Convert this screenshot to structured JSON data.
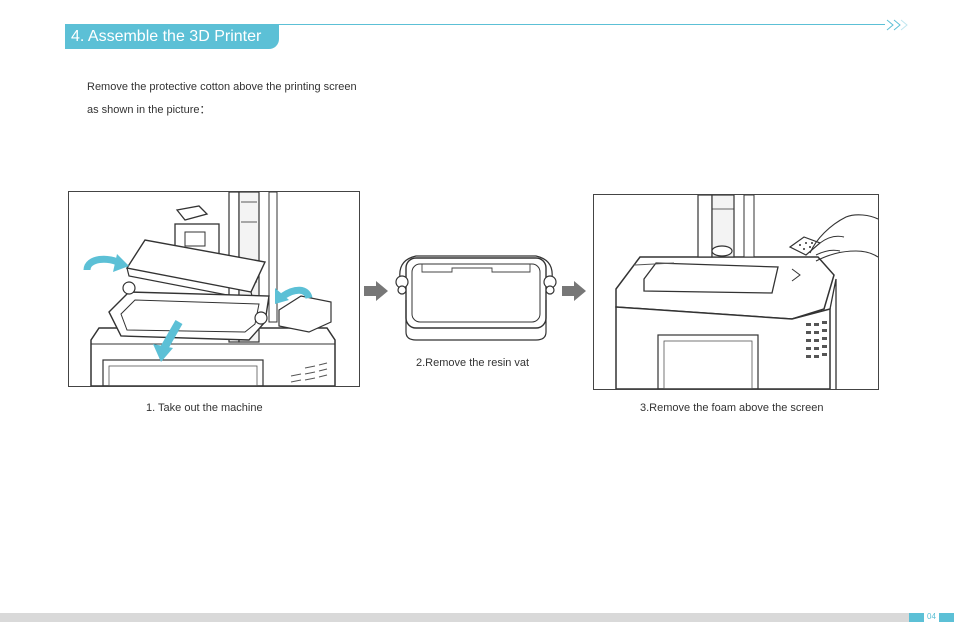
{
  "header": {
    "section_title": "4. Assemble the 3D Printer",
    "accent_color": "#5cc0d6",
    "decoration_icon": "double-chevron-right-icon"
  },
  "intro": {
    "line1": "Remove the protective cotton above the printing screen",
    "line2": "as shown in the picture："
  },
  "steps": [
    {
      "caption": "1. Take out the machine",
      "image": "printer-lift-cover-illustration"
    },
    {
      "caption": "2.Remove the resin vat",
      "image": "resin-vat-illustration"
    },
    {
      "caption": "3.Remove the foam above the screen",
      "image": "printer-remove-foam-illustration"
    }
  ],
  "connector_icon": "arrow-right-icon",
  "footer": {
    "page_number": "04"
  }
}
